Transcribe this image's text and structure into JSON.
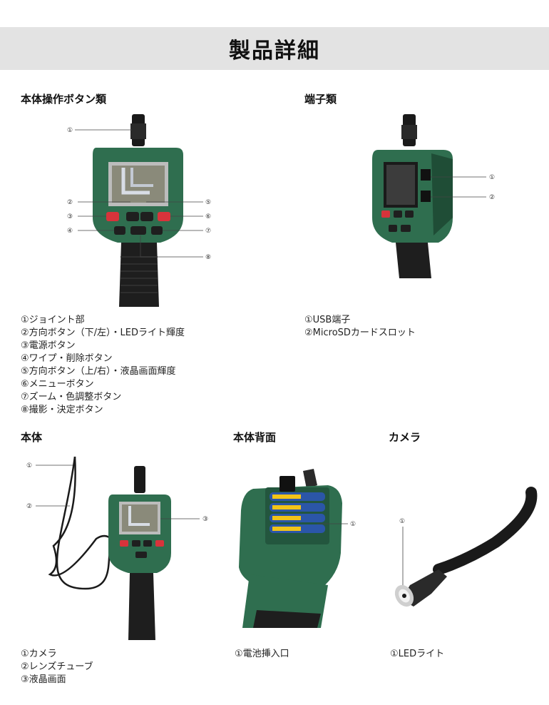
{
  "page_title": "製品詳細",
  "sections": {
    "buttons": {
      "title": "本体操作ボタン類",
      "callouts": [
        "①",
        "②",
        "③",
        "④",
        "⑤",
        "⑥",
        "⑦",
        "⑧"
      ],
      "items": [
        "①ジョイント部",
        "②方向ボタン（下/左）・LEDライト輝度",
        "③電源ボタン",
        "④ワイプ・削除ボタン",
        "⑤方向ボタン（上/右）・液晶画面輝度",
        "⑥メニューボタン",
        "⑦ズーム・色調整ボタン",
        "⑧撮影・決定ボタン"
      ]
    },
    "ports": {
      "title": "端子類",
      "callouts": [
        "①",
        "②"
      ],
      "items": [
        "①USB端子",
        "②MicroSDカードスロット"
      ]
    },
    "body": {
      "title": "本体",
      "callouts": [
        "①",
        "②",
        "③"
      ],
      "items": [
        "①カメラ",
        "②レンズチューブ",
        "③液晶画面"
      ]
    },
    "back": {
      "title": "本体背面",
      "callouts": [
        "①"
      ],
      "items": [
        "①電池挿入口"
      ]
    },
    "camera": {
      "title": "カメラ",
      "callouts": [
        "①"
      ],
      "items": [
        "①LEDライト"
      ]
    }
  },
  "colors": {
    "device_green": "#2f6e4f",
    "device_dark_green": "#1f4d36",
    "grip_black": "#1e1e1e",
    "button_red": "#d8333b",
    "banner_gray": "#e3e3e3"
  }
}
